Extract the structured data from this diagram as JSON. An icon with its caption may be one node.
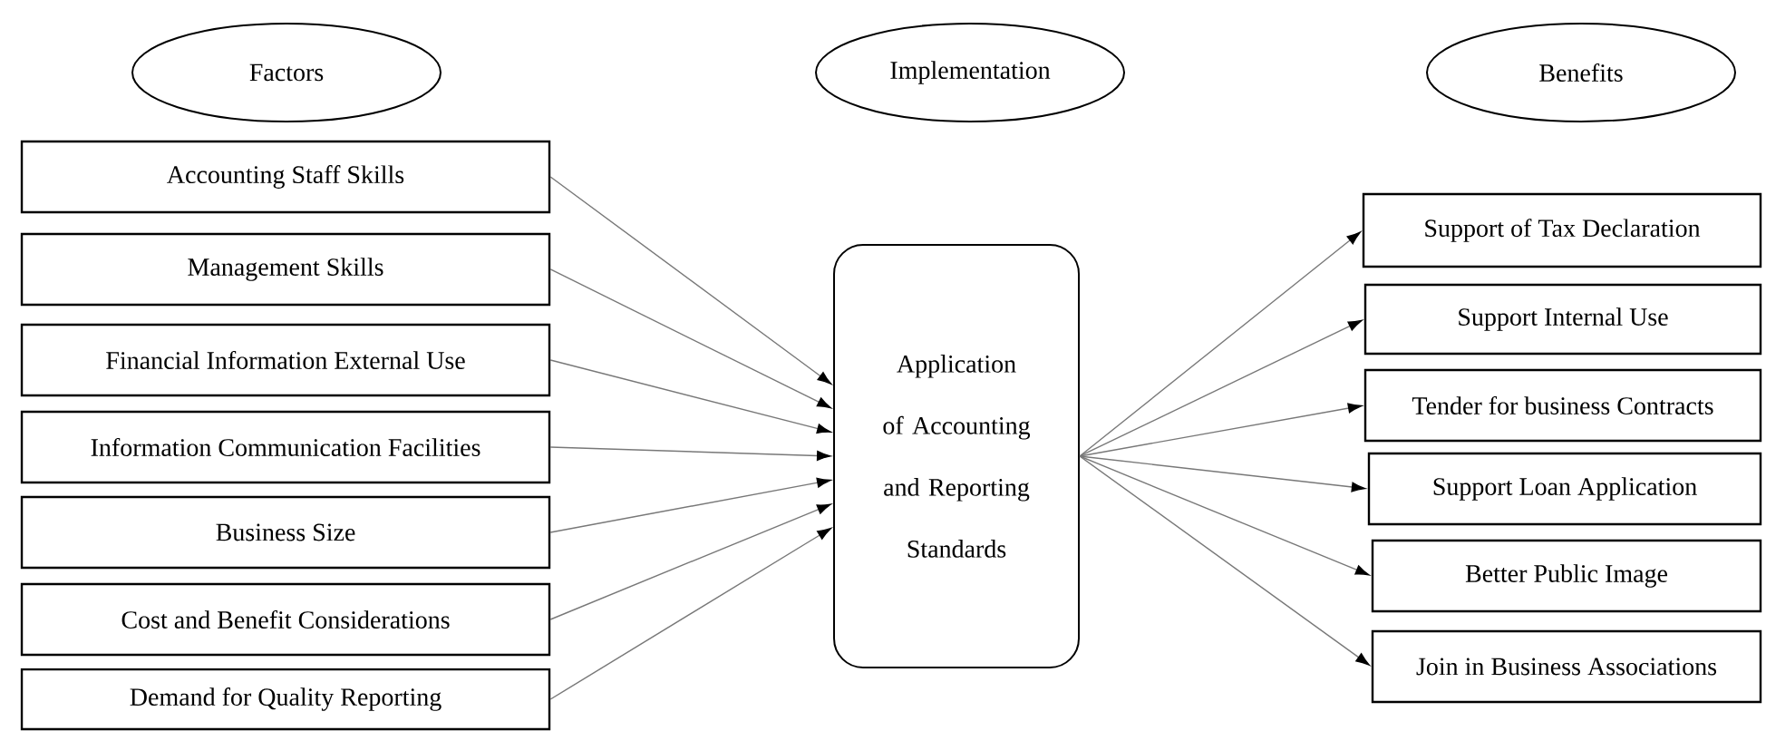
{
  "diagram": {
    "nodes": [
      {
        "text": [
          "Factors"
        ]
      },
      {
        "text": [
          "Implementation"
        ]
      },
      {
        "text": [
          "Benefits"
        ]
      },
      {
        "text": [
          "Accounting Staff Skills"
        ]
      },
      {
        "text": [
          "Management Skills"
        ]
      },
      {
        "text": [
          "Financial Information External Use"
        ]
      },
      {
        "text": [
          "Information Communication Facilities"
        ]
      },
      {
        "text": [
          "Business Size"
        ]
      },
      {
        "text": [
          "Cost and Benefit Considerations"
        ]
      },
      {
        "text": [
          "Demand for Quality Reporting"
        ]
      },
      {
        "text": [
          "Application of Accounting and Reporting Standards"
        ]
      },
      {
        "text": [
          "Support of Tax Declaration"
        ]
      },
      {
        "text": [
          "Support Internal Use"
        ]
      },
      {
        "text": [
          "Tender for business Contracts"
        ]
      },
      {
        "text": [
          "Support Loan Application"
        ]
      },
      {
        "text": [
          "Better Public Image"
        ]
      },
      {
        "text": [
          "Join in Business Associations"
        ]
      }
    ],
    "edges": [
      {
        "from": 3,
        "to": 10,
        "arrow": "to"
      },
      {
        "from": 4,
        "to": 10,
        "arrow": "to"
      },
      {
        "from": 5,
        "to": 10,
        "arrow": "to"
      },
      {
        "from": 6,
        "to": 10,
        "arrow": "to"
      },
      {
        "from": 7,
        "to": 10,
        "arrow": "to"
      },
      {
        "from": 8,
        "to": 10,
        "arrow": "to"
      },
      {
        "from": 9,
        "to": 10,
        "arrow": "to"
      },
      {
        "from": 10,
        "to": 11,
        "arrow": "to"
      },
      {
        "from": 10,
        "to": 12,
        "arrow": "to"
      },
      {
        "from": 10,
        "to": 13,
        "arrow": "to"
      },
      {
        "from": 10,
        "to": 14,
        "arrow": "to"
      },
      {
        "from": 10,
        "to": 15,
        "arrow": "to"
      },
      {
        "from": 10,
        "to": 16,
        "arrow": "to"
      }
    ]
  }
}
